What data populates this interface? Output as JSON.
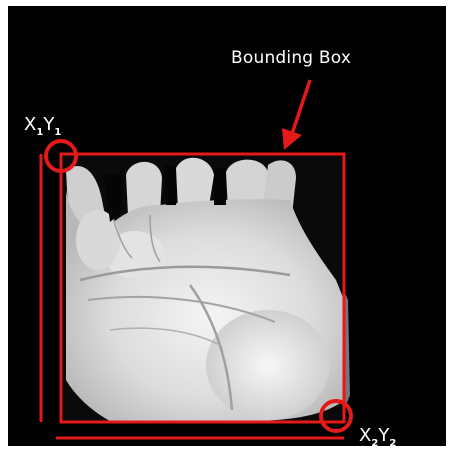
{
  "annotation": {
    "bbox_label": "Bounding Box",
    "top_left": {
      "x": "X",
      "x_sub": "1",
      "y": "Y",
      "y_sub": "1"
    },
    "bottom_right": {
      "x": "X",
      "x_sub": "2",
      "y": "Y",
      "y_sub": "2"
    }
  },
  "colors": {
    "background": "#000000",
    "annotation": "#e41a1a",
    "text": "#ffffff"
  }
}
